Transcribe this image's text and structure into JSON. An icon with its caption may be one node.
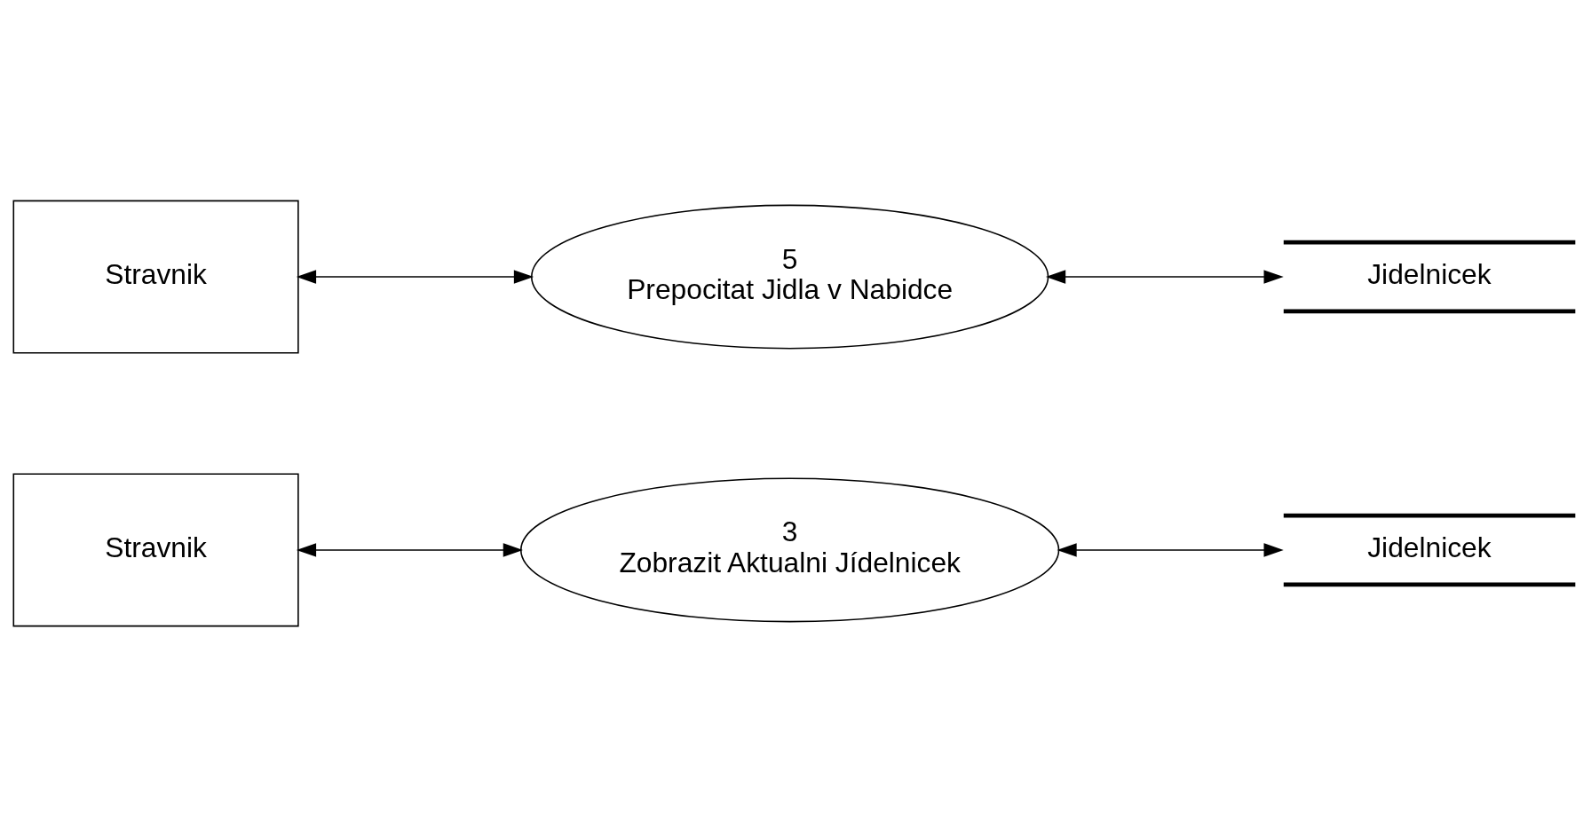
{
  "diagram": {
    "nodes": [
      {
        "text": [
          "Stravnik"
        ]
      },
      {
        "text": [
          "3",
          "Zobrazit Aktualni Jídelnicek"
        ]
      },
      {
        "text": [
          "Jidelnicek"
        ]
      },
      {
        "text": [
          "Stravnik"
        ]
      },
      {
        "text": [
          "5",
          "Prepocitat Jidla v Nabidce"
        ]
      },
      {
        "text": [
          "Jidelnicek"
        ]
      }
    ],
    "edges": [
      {
        "from": 0,
        "to": 1,
        "arrow": "both"
      },
      {
        "from": 1,
        "to": 2,
        "arrow": "both"
      },
      {
        "from": 3,
        "to": 4,
        "arrow": "both"
      },
      {
        "from": 4,
        "to": 5,
        "arrow": "both"
      }
    ]
  }
}
